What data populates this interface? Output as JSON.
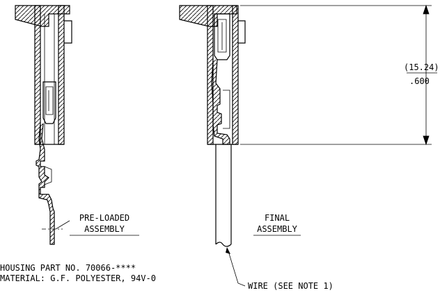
{
  "labels": {
    "pre_loaded_line1": "PRE-LOADED",
    "pre_loaded_line2": "ASSEMBLY",
    "final_line1": "FINAL",
    "final_line2": "ASSEMBLY",
    "housing": "HOUSING PART NO. 70066-****",
    "material": "MATERIAL: G.F. POLYESTER, 94V-0",
    "wire": "WIRE (SEE NOTE 1)"
  },
  "dimension": {
    "metric": "(15.24)",
    "inch": ".600"
  }
}
